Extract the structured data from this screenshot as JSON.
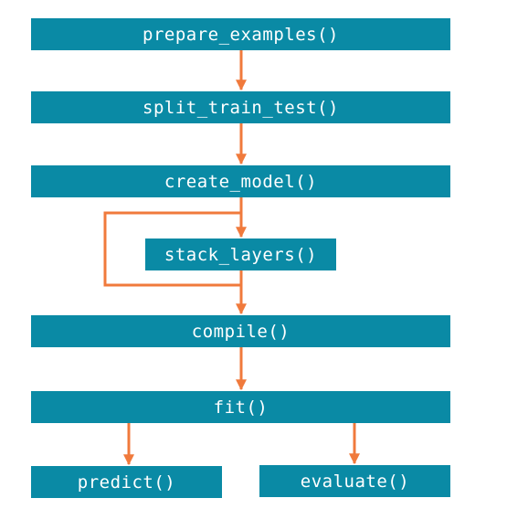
{
  "colors": {
    "box": "#0a8aa5",
    "arrow": "#f07a3c",
    "text": "#ffffff"
  },
  "steps": {
    "prepare_examples": "prepare_examples()",
    "split_train_test": "split_train_test()",
    "create_model": "create_model()",
    "stack_layers": "stack_layers()",
    "compile": "compile()",
    "fit": "fit()",
    "predict": "predict()",
    "evaluate": "evaluate()"
  },
  "edges": [
    {
      "from": "prepare_examples",
      "to": "split_train_test"
    },
    {
      "from": "split_train_test",
      "to": "create_model"
    },
    {
      "from": "create_model",
      "to": "stack_layers"
    },
    {
      "from": "stack_layers",
      "to": "compile"
    },
    {
      "from": "stack_layers",
      "to": "stack_layers",
      "type": "loop"
    },
    {
      "from": "fit",
      "to": "predict"
    },
    {
      "from": "fit",
      "to": "evaluate"
    },
    {
      "from": "compile",
      "to": "fit"
    }
  ]
}
